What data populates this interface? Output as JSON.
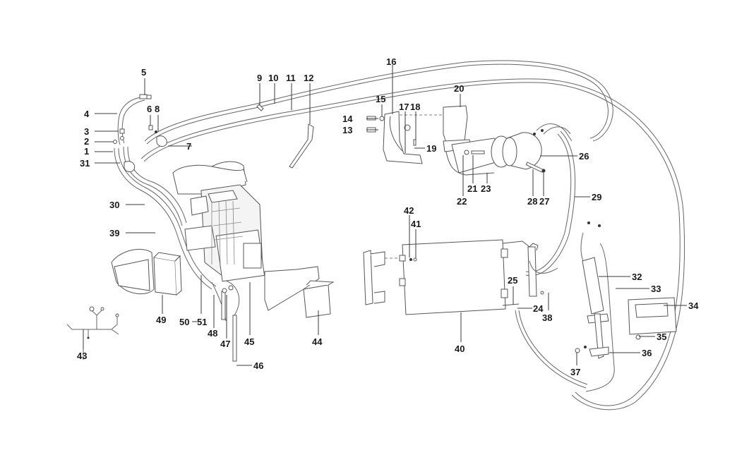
{
  "diagram": {
    "colors": {
      "background": "#ffffff",
      "line": "#555555",
      "label": "#1a1a1a"
    },
    "callouts": [
      {
        "id": "c1",
        "label": "1"
      },
      {
        "id": "c2",
        "label": "2"
      },
      {
        "id": "c3",
        "label": "3"
      },
      {
        "id": "c4",
        "label": "4"
      },
      {
        "id": "c5",
        "label": "5"
      },
      {
        "id": "c6",
        "label": "6"
      },
      {
        "id": "c7",
        "label": "7"
      },
      {
        "id": "c8",
        "label": "8"
      },
      {
        "id": "c9",
        "label": "9"
      },
      {
        "id": "c10",
        "label": "10"
      },
      {
        "id": "c11",
        "label": "11"
      },
      {
        "id": "c12",
        "label": "12"
      },
      {
        "id": "c13",
        "label": "13"
      },
      {
        "id": "c14",
        "label": "14"
      },
      {
        "id": "c15",
        "label": "15"
      },
      {
        "id": "c16",
        "label": "16"
      },
      {
        "id": "c17",
        "label": "17"
      },
      {
        "id": "c18",
        "label": "18"
      },
      {
        "id": "c19",
        "label": "19"
      },
      {
        "id": "c20",
        "label": "20"
      },
      {
        "id": "c21",
        "label": "21"
      },
      {
        "id": "c22",
        "label": "22"
      },
      {
        "id": "c23",
        "label": "23"
      },
      {
        "id": "c24",
        "label": "24"
      },
      {
        "id": "c25",
        "label": "25"
      },
      {
        "id": "c26",
        "label": "26"
      },
      {
        "id": "c27",
        "label": "27"
      },
      {
        "id": "c28",
        "label": "28"
      },
      {
        "id": "c29",
        "label": "29"
      },
      {
        "id": "c30",
        "label": "30"
      },
      {
        "id": "c31",
        "label": "31"
      },
      {
        "id": "c32",
        "label": "32"
      },
      {
        "id": "c33",
        "label": "33"
      },
      {
        "id": "c34",
        "label": "34"
      },
      {
        "id": "c35",
        "label": "35"
      },
      {
        "id": "c36",
        "label": "36"
      },
      {
        "id": "c37",
        "label": "37"
      },
      {
        "id": "c38",
        "label": "38"
      },
      {
        "id": "c39",
        "label": "39"
      },
      {
        "id": "c40",
        "label": "40"
      },
      {
        "id": "c41",
        "label": "41"
      },
      {
        "id": "c42",
        "label": "42"
      },
      {
        "id": "c43",
        "label": "43"
      },
      {
        "id": "c44",
        "label": "44"
      },
      {
        "id": "c45",
        "label": "45"
      },
      {
        "id": "c46",
        "label": "46"
      },
      {
        "id": "c47",
        "label": "47"
      },
      {
        "id": "c48",
        "label": "48"
      },
      {
        "id": "c49",
        "label": "49"
      },
      {
        "id": "c50",
        "label": "50"
      },
      {
        "id": "c51",
        "label": "51"
      }
    ]
  }
}
